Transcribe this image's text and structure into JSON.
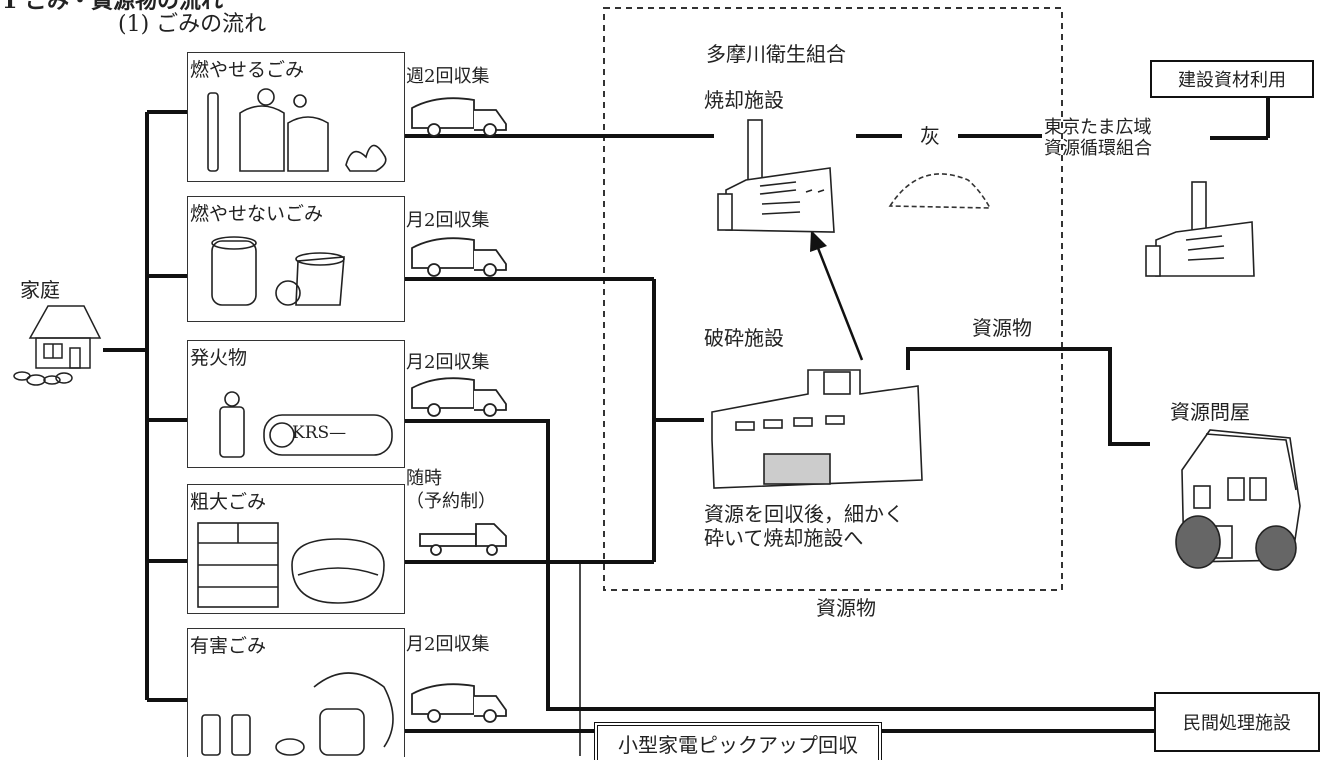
{
  "page": {
    "section_title": "1 ごみ・資源物の流れ",
    "subtitle": "(1) ごみの流れ"
  },
  "nodes": {
    "household": "家庭",
    "union": "多摩川衛生組合",
    "incinerator": "焼却施設",
    "ash": "灰",
    "tokyo_tama": "東京たま広域\n資源循環組合",
    "construction": "建設資材利用",
    "crusher": "破砕施設",
    "crusher_note": "資源を回収後，細かく\n砕いて焼却施設へ",
    "resources_right": "資源物",
    "resources_bottom": "資源物",
    "resource_wholesaler": "資源問屋",
    "private_facility": "民間処理施設",
    "small_appliance": "小型家電ピックアップ回収"
  },
  "categories": [
    {
      "label": "燃やせるごみ",
      "collection": "週2回収集"
    },
    {
      "label": "燃やせないごみ",
      "collection": "月2回収集"
    },
    {
      "label": "発火物",
      "collection": "月2回収集"
    },
    {
      "label": "粗大ごみ",
      "collection": "随時\n（予約制）"
    },
    {
      "label": "有害ごみ",
      "collection": "月2回収集"
    }
  ],
  "illustrations": {
    "burnable_items": "KRS—"
  },
  "icons": [
    "house-icon",
    "truck-icon",
    "factory-icon",
    "ash-pile-icon",
    "building-icon",
    "battery-icon"
  ]
}
